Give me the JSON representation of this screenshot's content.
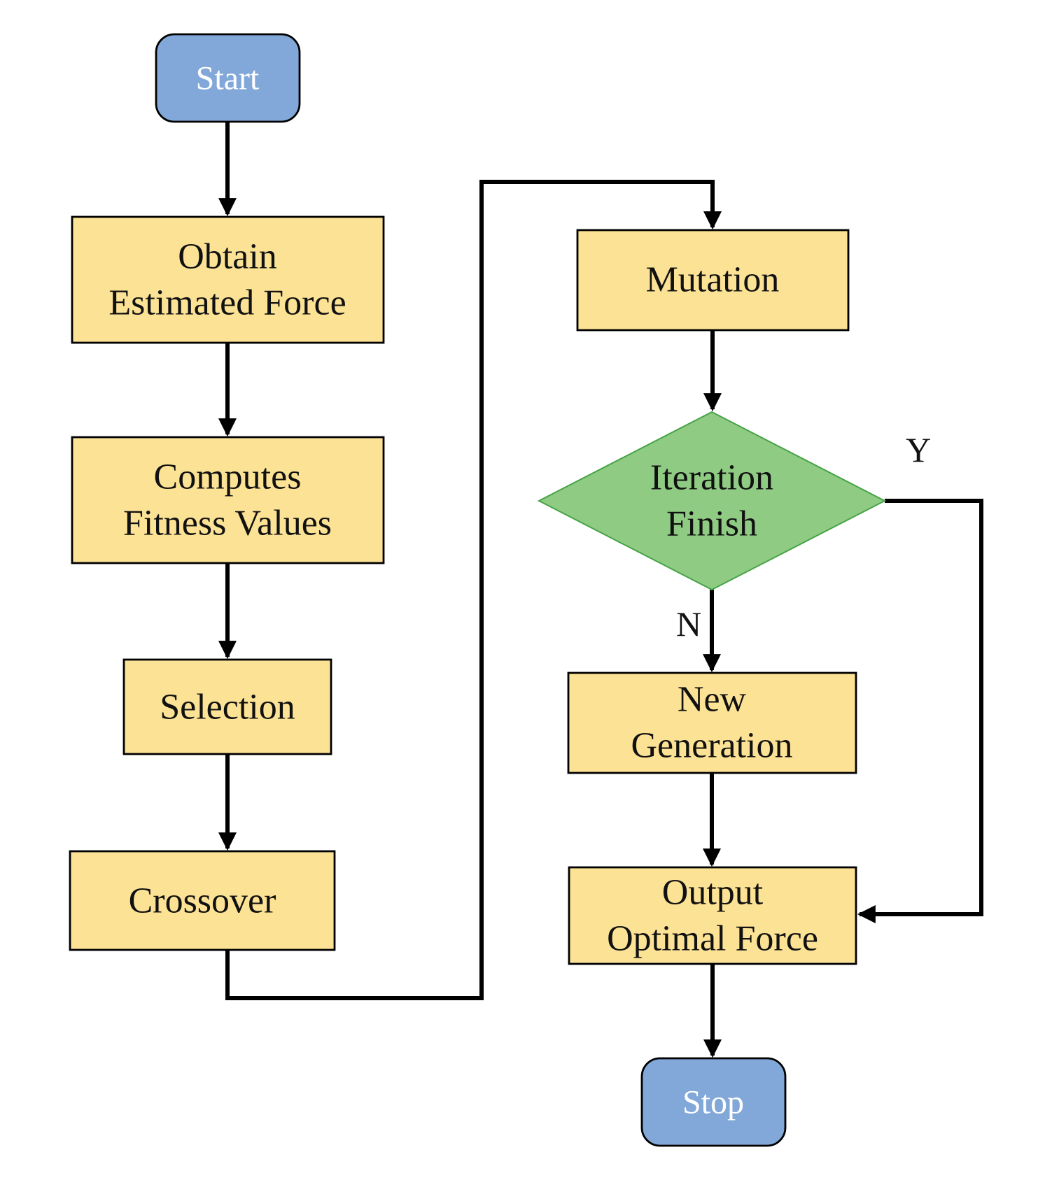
{
  "flowchart": {
    "nodes": {
      "start": {
        "label": "Start"
      },
      "obtain_estimated_force": {
        "lines": [
          "Obtain",
          "Estimated Force"
        ]
      },
      "computes_fitness_values": {
        "lines": [
          "Computes",
          "Fitness Values"
        ]
      },
      "selection": {
        "label": "Selection"
      },
      "crossover": {
        "label": "Crossover"
      },
      "mutation": {
        "label": "Mutation"
      },
      "iteration_finish": {
        "lines": [
          "Iteration",
          "Finish"
        ]
      },
      "new_generation": {
        "lines": [
          "New",
          "Generation"
        ]
      },
      "output_optimal_force": {
        "lines": [
          "Output",
          "Optimal Force"
        ]
      },
      "stop": {
        "label": "Stop"
      }
    },
    "branch_labels": {
      "yes": "Y",
      "no": "N"
    },
    "colors": {
      "terminator_fill": "#82A8D9",
      "process_fill": "#FCE295",
      "decision_fill": "#8FCB82",
      "decision_border": "#46A346",
      "node_border": "#000000",
      "arrow": "#000000",
      "terminator_text": "#FFFFFF",
      "node_text": "#111111"
    }
  }
}
